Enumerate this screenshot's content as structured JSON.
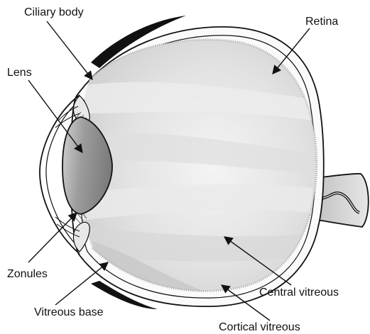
{
  "labels": {
    "ciliary_body": "Ciliary body",
    "retina": "Retina",
    "lens": "Lens",
    "zonules": "Zonules",
    "vitreous_base": "Vitreous base",
    "central_vitreous": "Central vitreous",
    "cortical_vitreous": "Cortical vitreous"
  },
  "colors": {
    "vitreous_light": "#f2f2f2",
    "vitreous_mid": "#c9c9c9",
    "lens_dark": "#8a8a8a",
    "lens_light": "#d6d6d6",
    "outline": "#111111"
  }
}
